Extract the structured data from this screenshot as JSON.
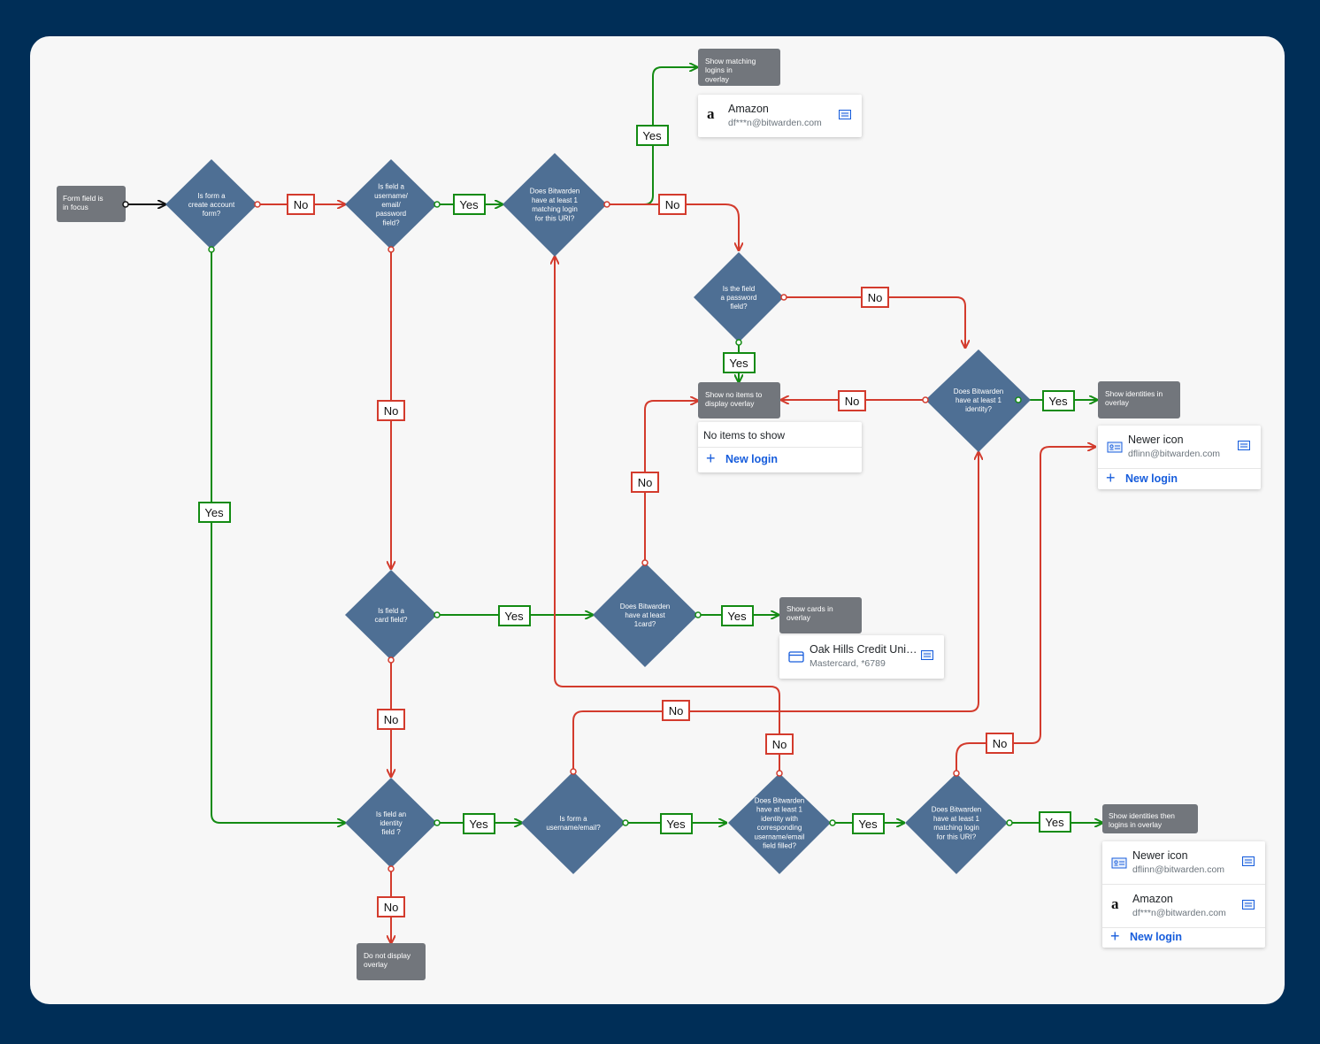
{
  "colors": {
    "background": "#002e57",
    "canvas": "#f7f7f7",
    "decision": "#4e6f94",
    "box": "#72767c",
    "yes": "#138b13",
    "no": "#d33b2d",
    "link": "#175ddc"
  },
  "start": "Form field is in focus",
  "decisions": {
    "create_account": "Is form a create account form?",
    "username_field": "Is field a username/ email/ password field?",
    "matching_login": "Does Bitwarden have at least 1 matching login for this URI?",
    "password_field": "Is the field a password field?",
    "has_identity": "Does Bitwarden have at least 1 identity?",
    "card_field": "Is field a card field?",
    "has_card": "Does Bitwarden have at least 1card?",
    "identity_field": "Is field an identity field ?",
    "username_email_form": "Is form a username/email?",
    "identity_corresponding": "Does Bitwarden have at least 1 identity with corresponding username/email field filled?",
    "matching_login_2": "Does Bitwarden have at least 1 matching login for this URI?"
  },
  "outcomes": {
    "show_logins": "Show matching logins in overlay",
    "show_no_items": "Show no items to display overlay",
    "show_identities": "Show identities in overlay",
    "show_cards": "Show cards in overlay",
    "show_identities_logins": "Show identities then logins in overlay",
    "do_not_display": "Do not display overlay"
  },
  "labels": {
    "yes": "Yes",
    "no": "No"
  },
  "panels": {
    "logins": [
      {
        "icon": "amazon-icon",
        "title": "Amazon",
        "subtitle": "df***n@bitwarden.com"
      }
    ],
    "no_items": {
      "message": "No items to show",
      "new_login": "New login"
    },
    "identities": {
      "items": [
        {
          "icon": "identity-card-icon",
          "title": "Newer icon",
          "subtitle": "dflinn@bitwarden.com"
        }
      ],
      "new_login": "New login"
    },
    "cards": [
      {
        "icon": "credit-card-icon",
        "title": "Oak Hills Credit Uni…",
        "subtitle": "Mastercard, *6789"
      }
    ],
    "identities_logins": {
      "items": [
        {
          "icon": "identity-card-icon",
          "title": "Newer icon",
          "subtitle": "dflinn@bitwarden.com"
        },
        {
          "icon": "amazon-icon",
          "title": "Amazon",
          "subtitle": "df***n@bitwarden.com"
        }
      ],
      "new_login": "New login"
    }
  }
}
